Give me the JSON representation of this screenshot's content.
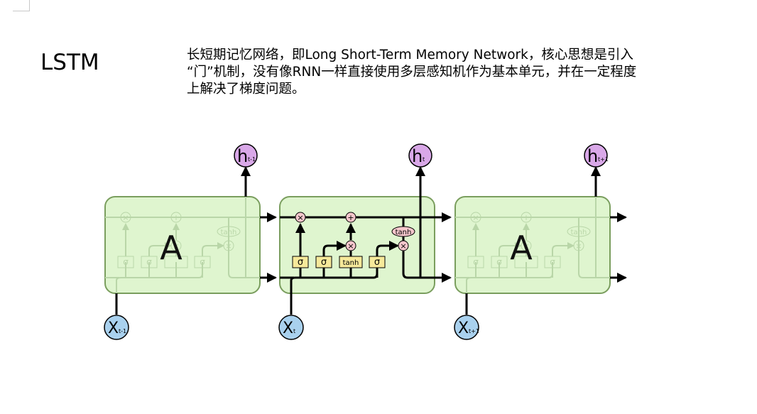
{
  "slide": {
    "title": "LSTM",
    "description_lines": [
      "长短期记忆网络，即Long Short-Term Memory Network，核心思想是引入",
      "“门”机制，没有像RNN一样直接使用多层感知机作为基本单元，并在一定程度",
      "上解决了梯度问题。"
    ]
  },
  "diagram": {
    "cells": [
      {
        "label": "A",
        "faded": true,
        "input": {
          "main": "X",
          "sub": "t-1"
        },
        "output": {
          "main": "h",
          "sub": "t-1"
        }
      },
      {
        "label": "",
        "faded": false,
        "input": {
          "main": "X",
          "sub": "t"
        },
        "output": {
          "main": "h",
          "sub": "t"
        }
      },
      {
        "label": "A",
        "faded": true,
        "input": {
          "main": "X",
          "sub": "t+1"
        },
        "output": {
          "main": "h",
          "sub": "t+1"
        }
      }
    ],
    "gates": [
      "σ",
      "σ",
      "tanh",
      "σ"
    ],
    "pointwise_ops": [
      "×",
      "+",
      "×",
      "×"
    ],
    "cell_state_activation": "tanh",
    "colors": {
      "cell_fill": "#dff5cf",
      "cell_border": "#7a9e5e",
      "gate_fill": "#f6e99a",
      "op_fill": "#f5c6cc",
      "input_node": "#a9d1ee",
      "output_node": "#d9a8e8",
      "line": "#000000"
    }
  }
}
